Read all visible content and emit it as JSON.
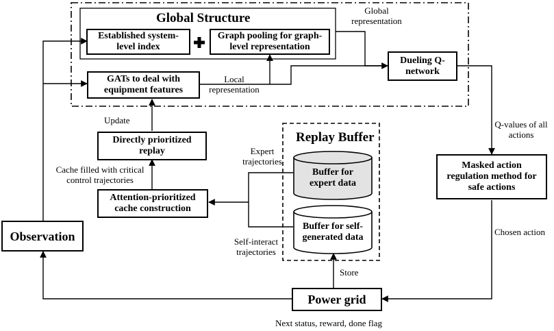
{
  "global_structure": {
    "title": "Global Structure",
    "system_index": "Established system-level index",
    "graph_pooling": "Graph pooling for graph-level representation"
  },
  "gats": "GATs to deal with equipment features",
  "global_representation": "Global representation",
  "local_representation": "Local representation",
  "dueling": "Dueling Q-network",
  "update": "Update",
  "directly_prioritized": "Directly prioritized replay",
  "cache_filled": "Cache filled with critical control trajectories",
  "attention_cache": "Attention-prioritized cache construction",
  "replay_buffer": {
    "title": "Replay Buffer",
    "expert_trajectories": "Expert trajectories",
    "expert_buffer": "Buffer for expert data",
    "self_buffer": "Buffer for self-generated data",
    "self_trajectories": "Self-interact trajectories"
  },
  "q_values": "Q-values of all actions",
  "masked_action": "Masked action regulation method for safe actions",
  "chosen_action": "Chosen action",
  "observation": "Observation",
  "power_grid": "Power grid",
  "store": "Store",
  "next_status": "Next status, reward, done flag"
}
